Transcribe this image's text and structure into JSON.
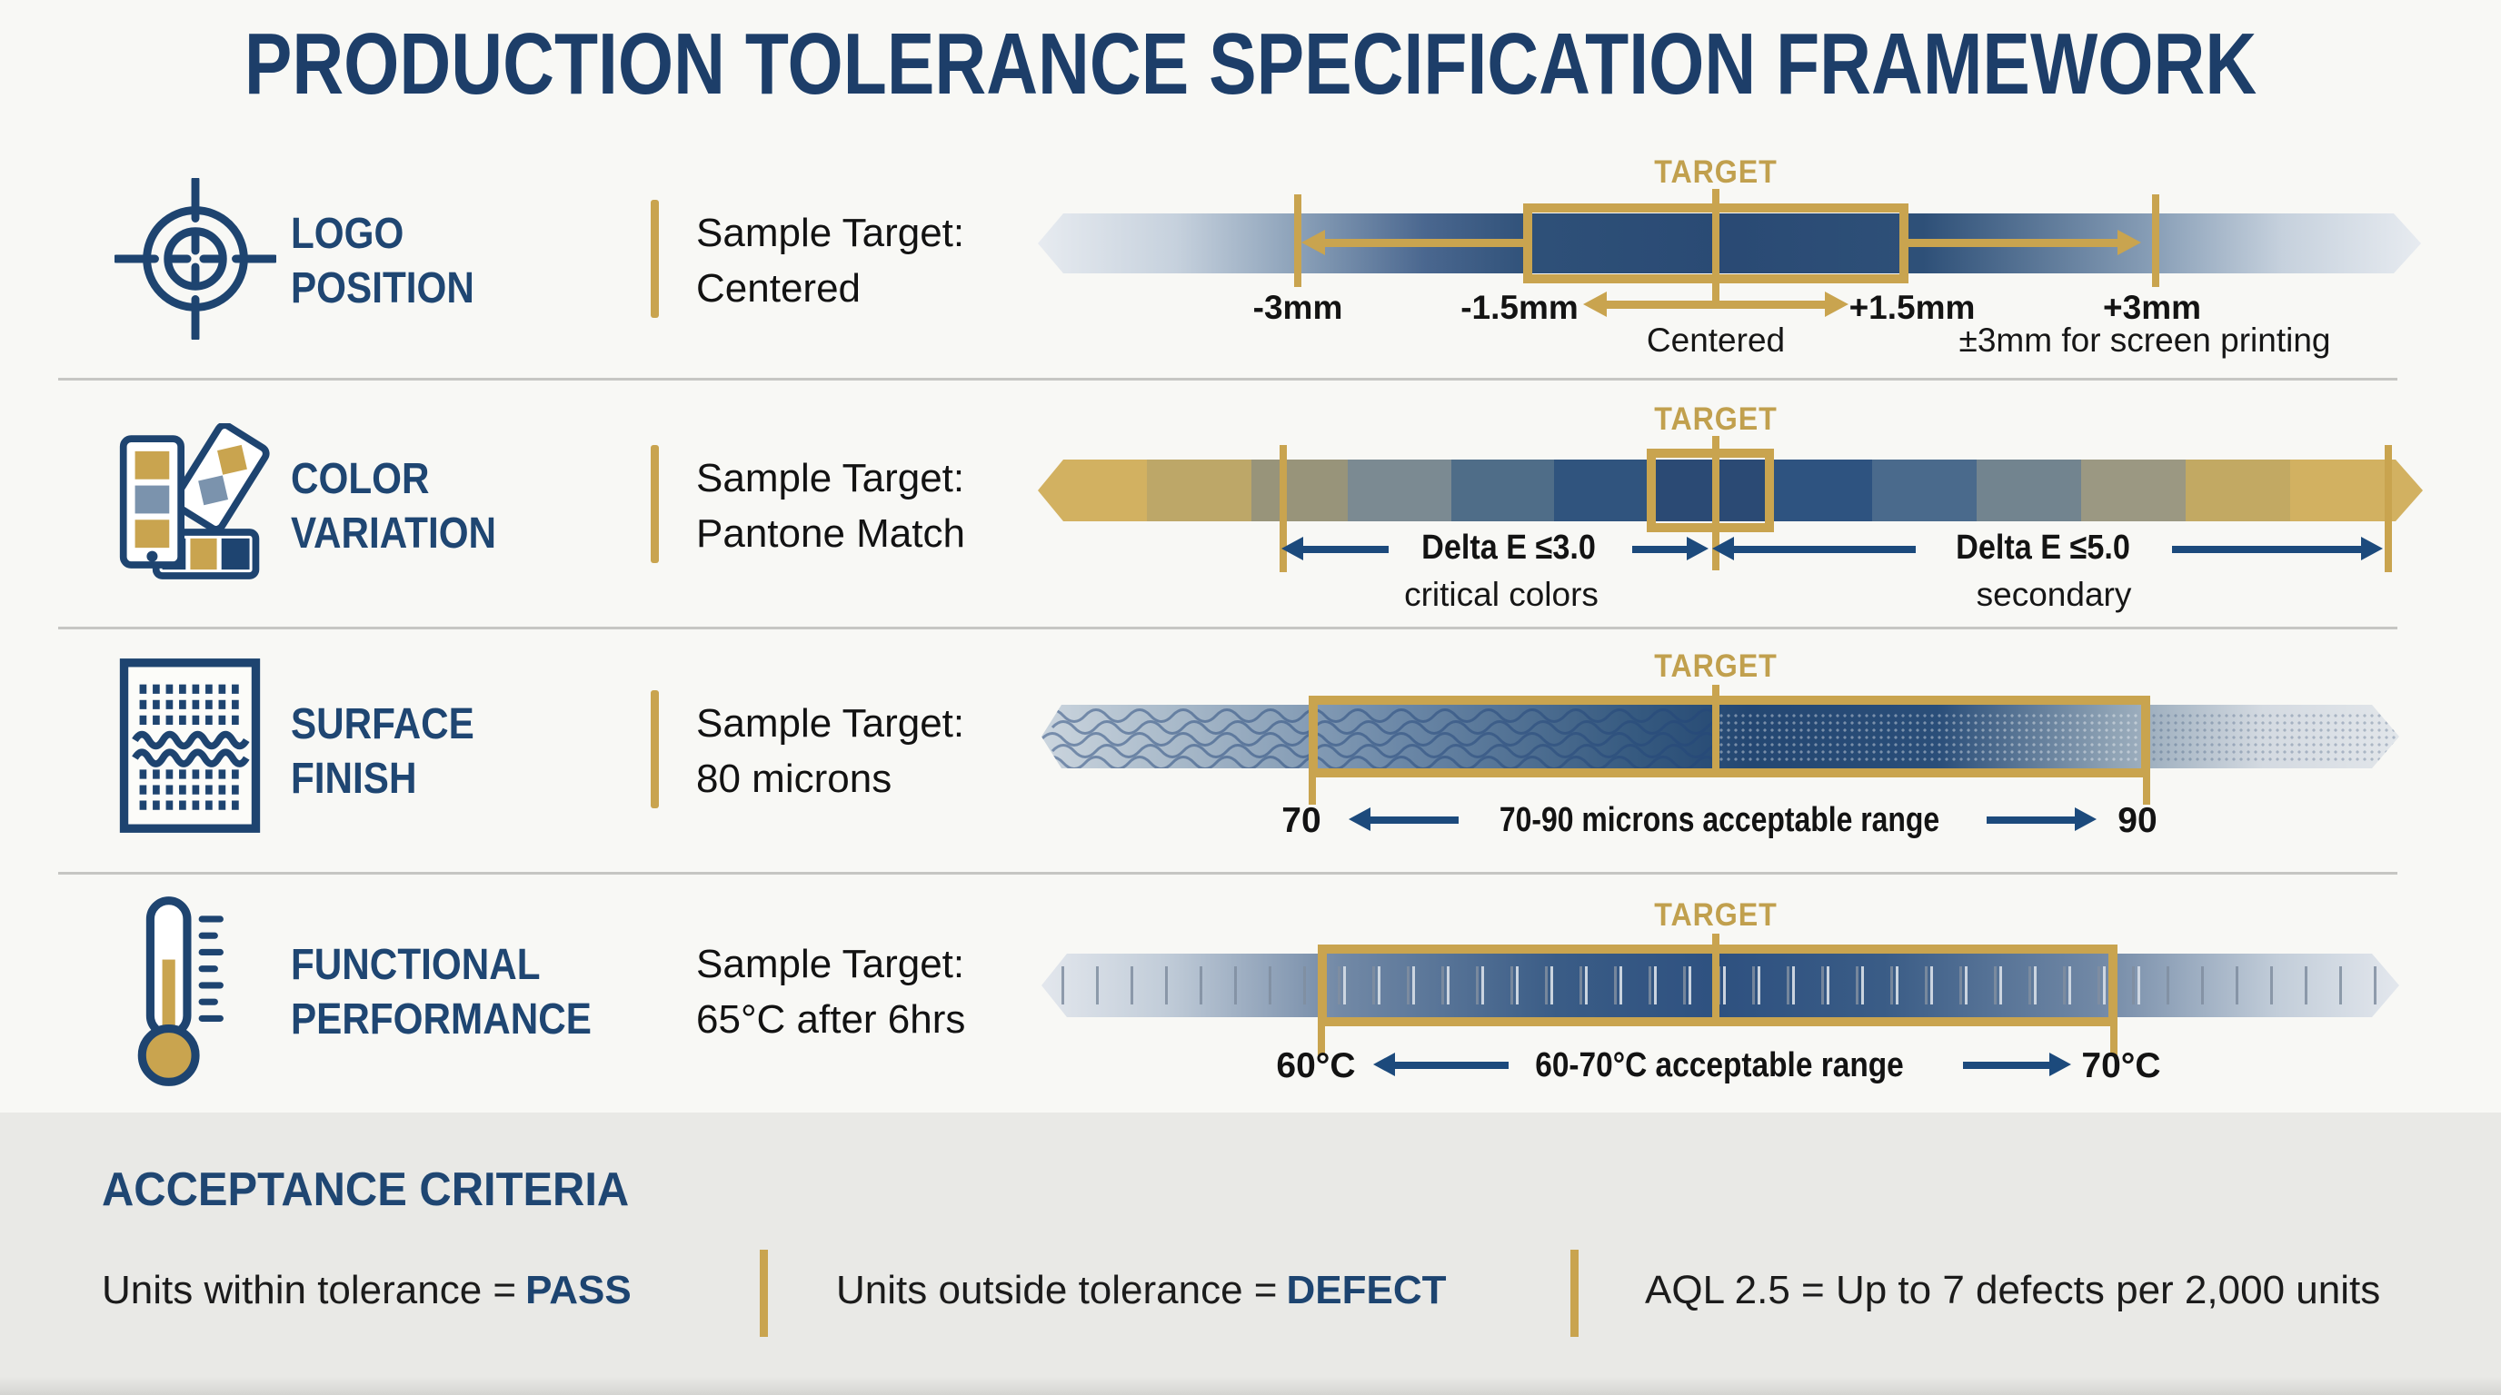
{
  "title": "PRODUCTION TOLERANCE SPECIFICATION FRAMEWORK",
  "colors": {
    "navy": "#1f4672",
    "navy_dark": "#1d3e69",
    "gold": "#c9a44f",
    "gold_bright": "#d2b161",
    "bar_navy": "#2b4a74",
    "band_gray": "#e9e9e6",
    "text_dark": "#131313"
  },
  "rows": [
    {
      "label_line1": "LOGO",
      "label_line2": "POSITION",
      "sample_line1": "Sample Target:",
      "sample_line2": "Centered",
      "target_label": "TARGET",
      "tick_labels": [
        "-3mm",
        "-1.5mm",
        "+1.5mm",
        "+3mm"
      ],
      "center_label": "Centered",
      "note": "±3mm for screen printing"
    },
    {
      "label_line1": "COLOR",
      "label_line2": "VARIATION",
      "sample_line1": "Sample Target:",
      "sample_line2": "Pantone Match",
      "target_label": "TARGET",
      "left_range": "Delta E ≤3.0",
      "left_range_sub": "critical colors",
      "right_range": "Delta E ≤5.0",
      "right_range_sub": "secondary"
    },
    {
      "label_line1": "SURFACE",
      "label_line2": "FINISH",
      "sample_line1": "Sample Target:",
      "sample_line2": "80 microns",
      "target_label": "TARGET",
      "min_label": "70",
      "max_label": "90",
      "range_text": "70-90 microns acceptable range"
    },
    {
      "label_line1": "FUNCTIONAL",
      "label_line2": "PERFORMANCE",
      "sample_line1": "Sample Target:",
      "sample_line2": "65°C after 6hrs",
      "target_label": "TARGET",
      "min_label": "60°C",
      "max_label": "70°C",
      "range_text": "60-70°C acceptable range"
    }
  ],
  "acceptance": {
    "heading": "ACCEPTANCE CRITERIA",
    "segments": [
      {
        "text": "Units within tolerance =",
        "strong": "PASS"
      },
      {
        "text": "Units outside tolerance =",
        "strong": "DEFECT"
      },
      {
        "text": "AQL 2.5 = Up to 7 defects per 2,000 units",
        "strong": ""
      }
    ]
  }
}
